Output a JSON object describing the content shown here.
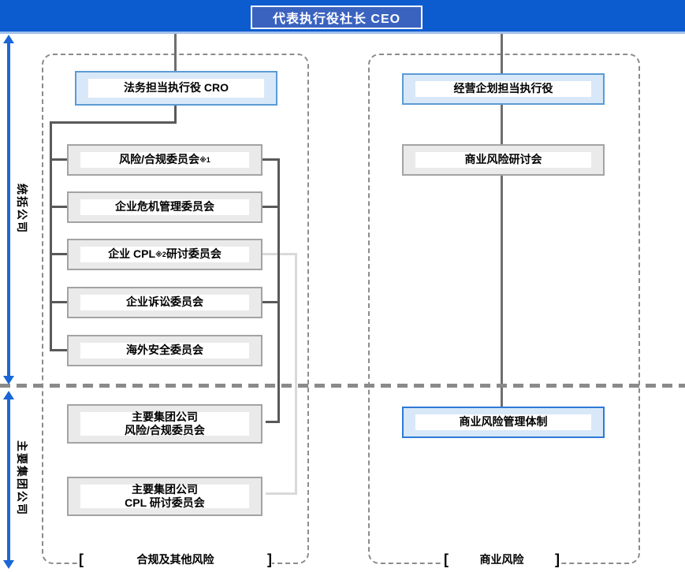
{
  "header": {
    "ceo_label": "代表执行役社长 CEO"
  },
  "side_labels": {
    "top_arrow_label": "统括公司",
    "bottom_arrow_label": "主要集团公司"
  },
  "left_group": {
    "cro_box": "法务担当执行役 CRO",
    "committees": [
      {
        "pre": "风险/合规委员会",
        "sup": "※1",
        "post": ""
      },
      {
        "pre": "企业危机管理委员会",
        "sup": "",
        "post": ""
      },
      {
        "pre": "企业 CPL",
        "sup": "※2",
        "post": " 研讨委员会"
      },
      {
        "pre": "企业诉讼委员会",
        "sup": "",
        "post": ""
      },
      {
        "pre": "海外安全委员会",
        "sup": "",
        "post": ""
      }
    ],
    "group_committees": [
      {
        "line1": "主要集团公司",
        "line2": "风险/合规委员会"
      },
      {
        "line1": "主要集团公司",
        "line2": "CPL 研讨委员会"
      }
    ],
    "footer": {
      "open": "[",
      "label": "合规及其他风险",
      "close": "]"
    }
  },
  "right_group": {
    "exec_box": "经营企划担当执行役",
    "council_box": "商业风险研讨会",
    "system_box": "商业风险管理体制",
    "footer": {
      "open": "[",
      "label": "商业风险",
      "close": "]"
    }
  },
  "colors": {
    "top_bar": "#0c5ccf",
    "top_bar_strip": "#a3c0ea",
    "ceo_box_fill": "#3a63c0",
    "light_blue_fill": "#d8e8f8",
    "light_blue_border": "#5b9bd5",
    "bright_blue_border": "#2e79d8",
    "gray_box_fill": "#eaeaea",
    "gray_box_border": "#a3a3a3",
    "dark_connector": "#595959",
    "light_connector": "#d9d9d9",
    "divider": "#8a8a8a",
    "arrow_blue": "#1b66d6"
  }
}
